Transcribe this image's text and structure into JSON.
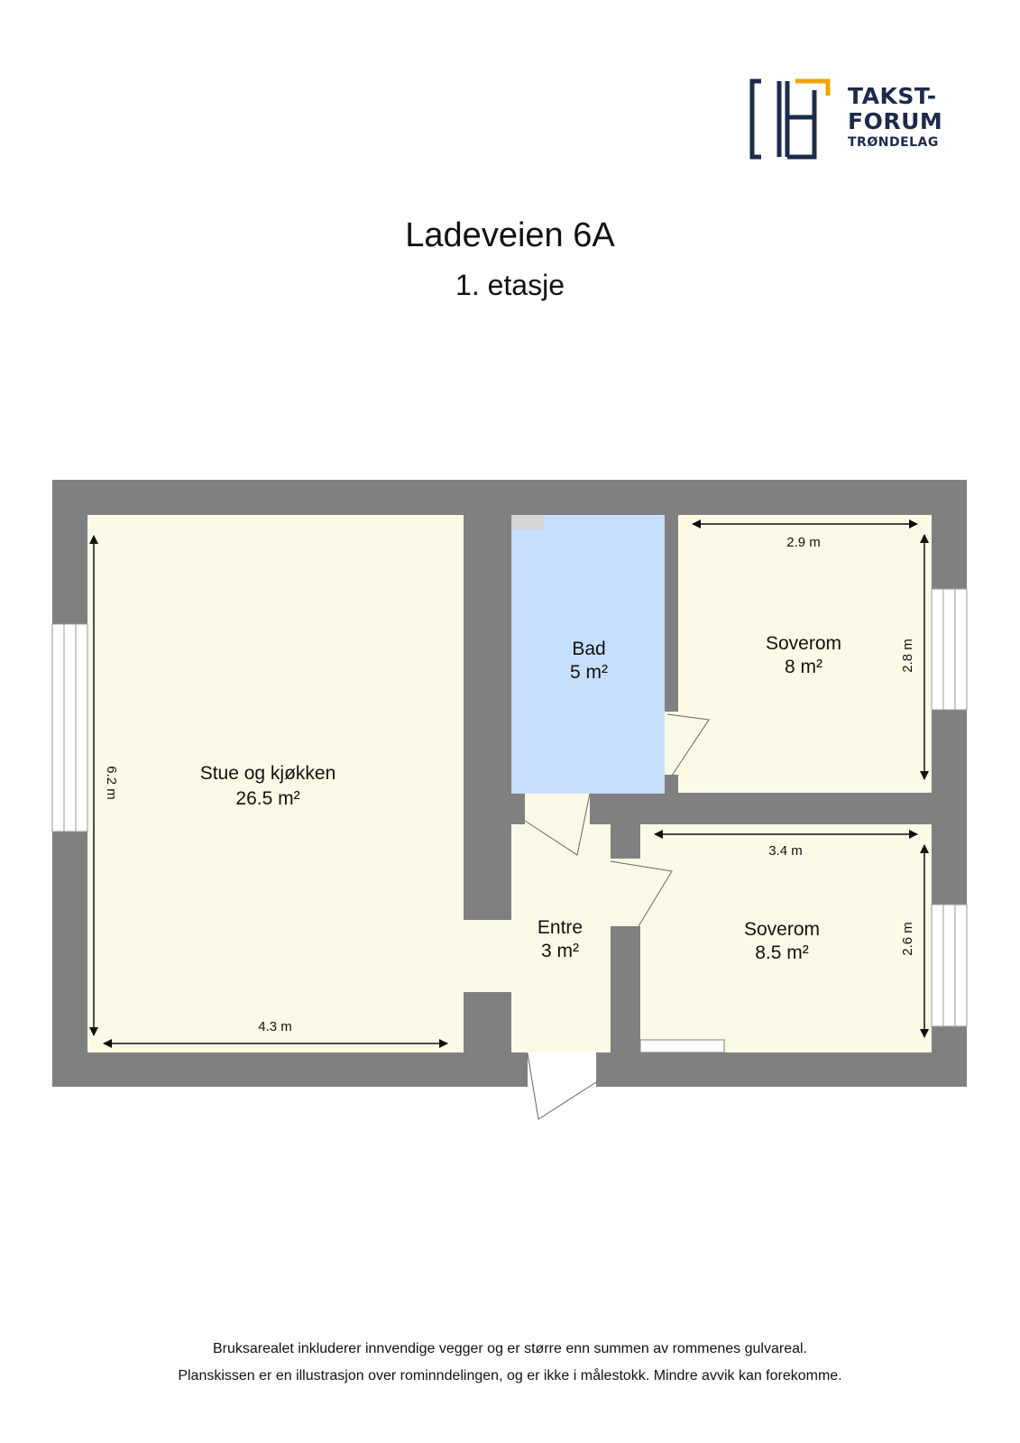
{
  "logo": {
    "line1": "TAKST-",
    "line2": "FORUM",
    "line3": "TRØNDELAG"
  },
  "header": {
    "title": "Ladeveien 6A",
    "subtitle": "1. etasje"
  },
  "rooms": [
    {
      "id": "stue",
      "name": "Stue og kjøkken",
      "area": "26.5 m²"
    },
    {
      "id": "bad",
      "name": "Bad",
      "area": "5 m²"
    },
    {
      "id": "soverom1",
      "name": "Soverom",
      "area": "8 m²"
    },
    {
      "id": "soverom2",
      "name": "Soverom",
      "area": "8.5 m²"
    },
    {
      "id": "entre",
      "name": "Entre",
      "area": "3 m²"
    }
  ],
  "dimensions": {
    "stue_width": "4.3 m",
    "stue_height": "6.2 m",
    "soverom1_width": "2.9 m",
    "soverom1_height": "2.8 m",
    "soverom2_width": "3.4 m",
    "soverom2_height": "2.6 m"
  },
  "colors": {
    "wall": "#808080",
    "floor": "#fcfae6",
    "bath": "#c6dffc",
    "logo_navy": "#1d2a4a",
    "logo_accent": "#f0a500"
  },
  "footer": {
    "line1": "Bruksarealet inkluderer innvendige vegger og er større enn summen av rommenes gulvareal.",
    "line2": "Planskissen er en illustrasjon over rominndelingen, og er ikke i målestokk. Mindre avvik kan forekomme."
  }
}
